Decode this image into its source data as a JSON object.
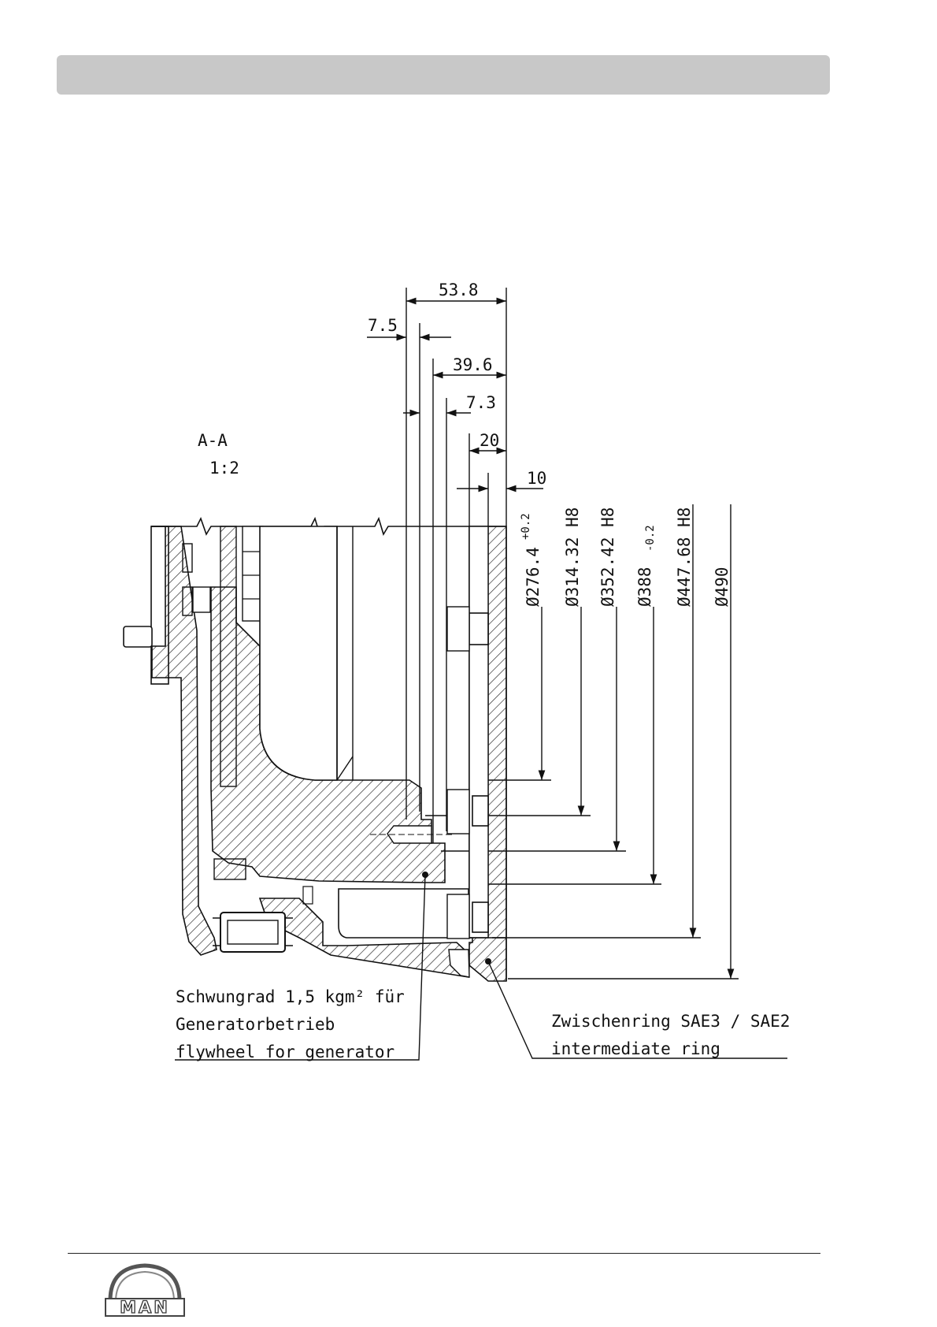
{
  "header": {
    "title": ""
  },
  "drawing": {
    "section_label": "A-A",
    "scale": "1:2",
    "dimensions": {
      "d53_8": "53.8",
      "d7_5": "7.5",
      "d39_6": "39.6",
      "d7_3": "7.3",
      "d20": "20",
      "d10": "10"
    },
    "diameters": {
      "d276": "Ø276.4",
      "d276_tol": "+0.2",
      "d314": "Ø314.32 H8",
      "d352": "Ø352.42 H8",
      "d388": "Ø388",
      "d388_tol": "-0.2",
      "d447": "Ø447.68 H8",
      "d490": "Ø490"
    },
    "flywheel_label": {
      "line1": "Schwungrad 1,5 kgm² für",
      "line2": "Generatorbetrieb",
      "line3": "flywheel for generator"
    },
    "ring_label": {
      "line1": "Zwischenring SAE3 / SAE2",
      "line2": "intermediate ring"
    }
  },
  "footer": {
    "logo_text": "MAN"
  }
}
